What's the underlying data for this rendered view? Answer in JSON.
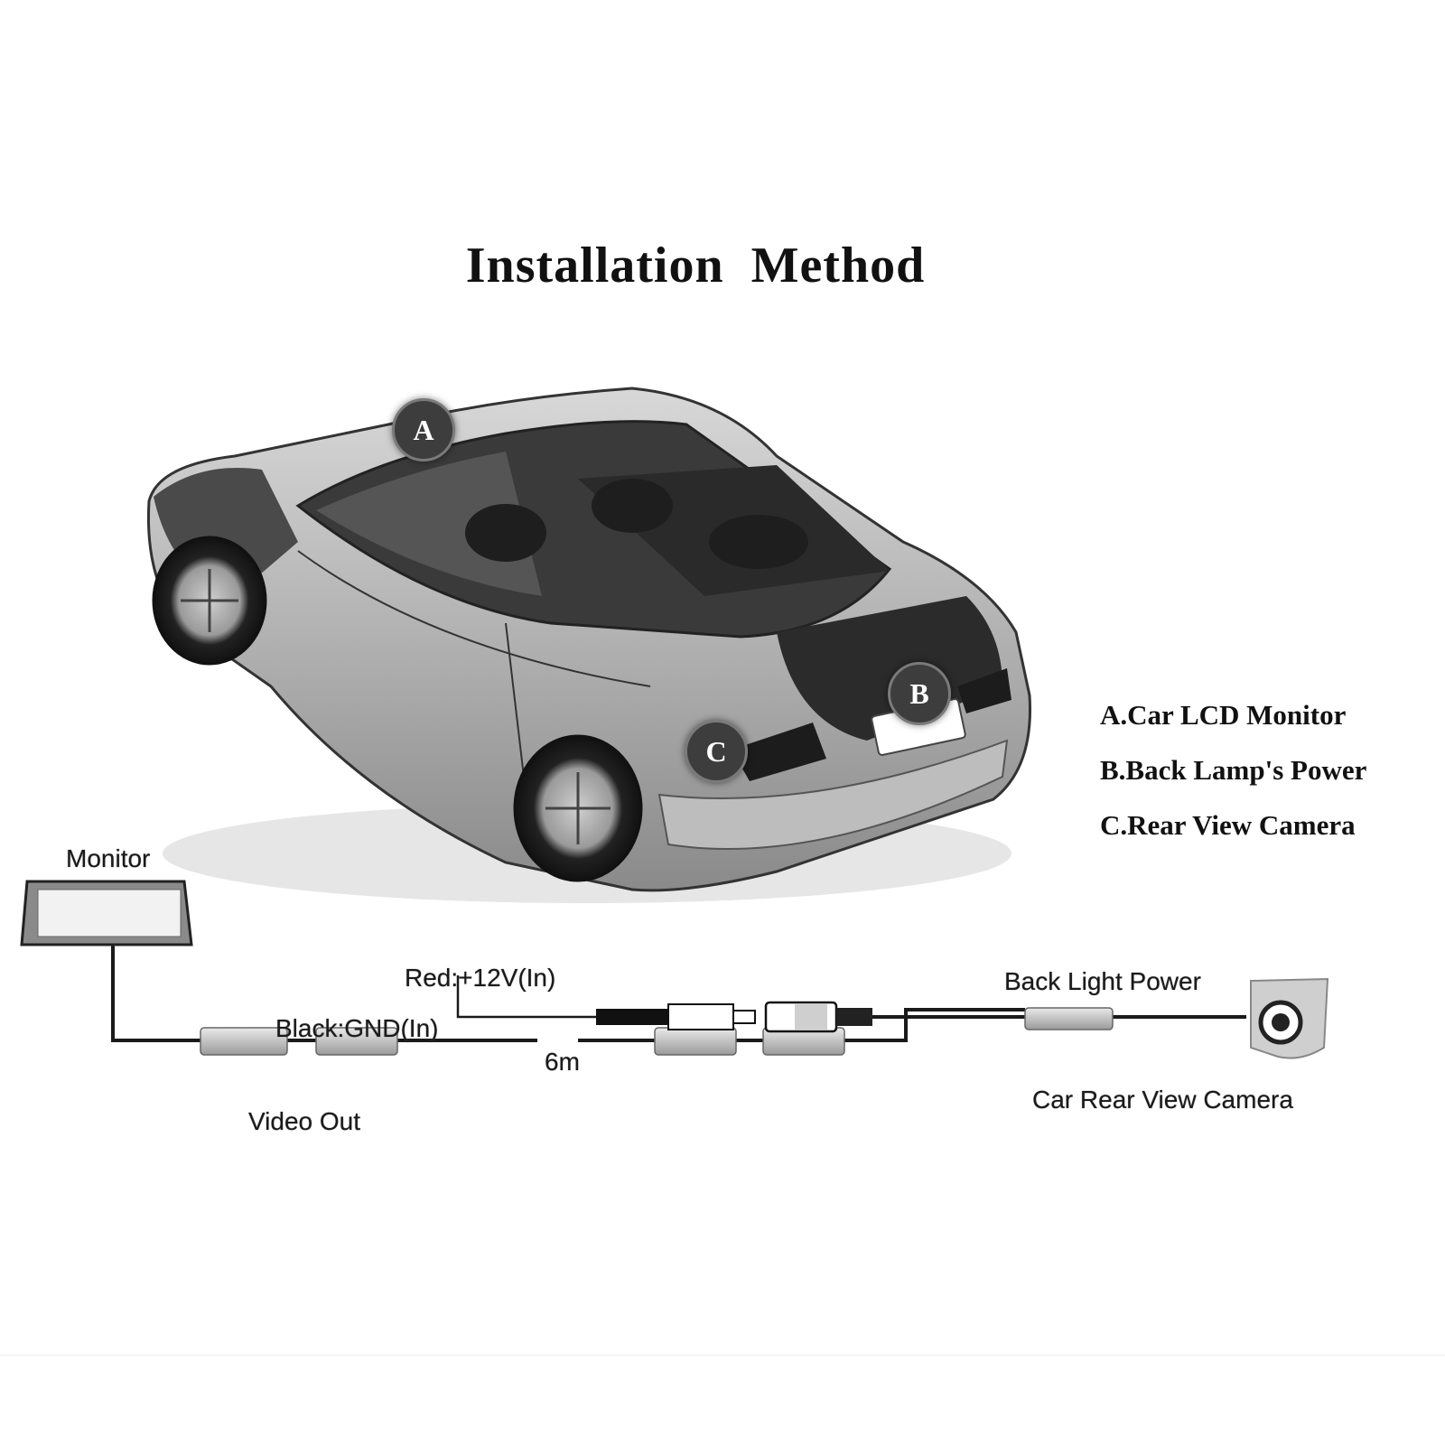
{
  "title": "Installation  Method",
  "markers": {
    "a": "A",
    "b": "B",
    "c": "C"
  },
  "legend": [
    "A.Car LCD Monitor",
    "B.Back Lamp's Power",
    "C.Rear View Camera"
  ],
  "wiring": {
    "monitor": "Monitor",
    "red": "Red:+12V(In)",
    "black": "Black:GND(In)",
    "length": "6m",
    "back_light": "Back Light Power",
    "video_out": "Video Out",
    "camera": "Car Rear View Camera"
  },
  "colors": {
    "marker_fill": "#3d3d3d",
    "line": "#1a1a1a"
  },
  "icons": [
    "car-illustration",
    "monitor-icon",
    "camera-icon",
    "rca-connector-icon"
  ]
}
